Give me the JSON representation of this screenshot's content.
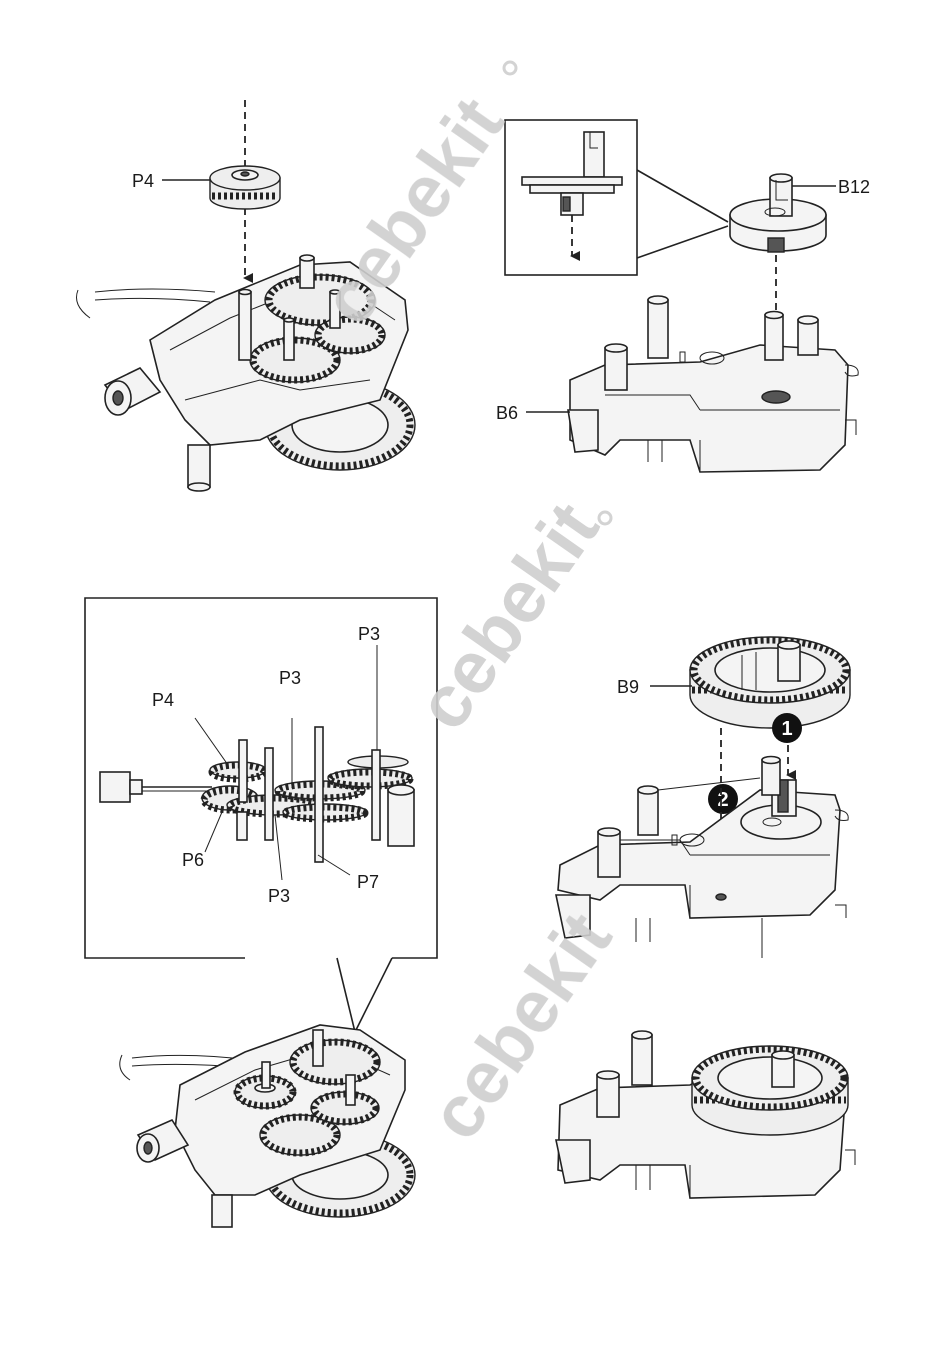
{
  "watermark": {
    "text": "cebekit",
    "color": "#cfcfcf"
  },
  "panels": {
    "top_left": {
      "labels": {
        "p4": "P4"
      }
    },
    "top_right": {
      "labels": {
        "b12": "B12",
        "b6": "B6"
      }
    },
    "bottom_left": {
      "labels": {
        "p3_top": "P3",
        "p3_mid": "P3",
        "p4": "P4",
        "p6": "P6",
        "p3_bottom": "P3",
        "p7": "P7"
      }
    },
    "bottom_right": {
      "labels": {
        "b9": "B9"
      },
      "steps": {
        "one": "1",
        "two": "2"
      }
    }
  }
}
